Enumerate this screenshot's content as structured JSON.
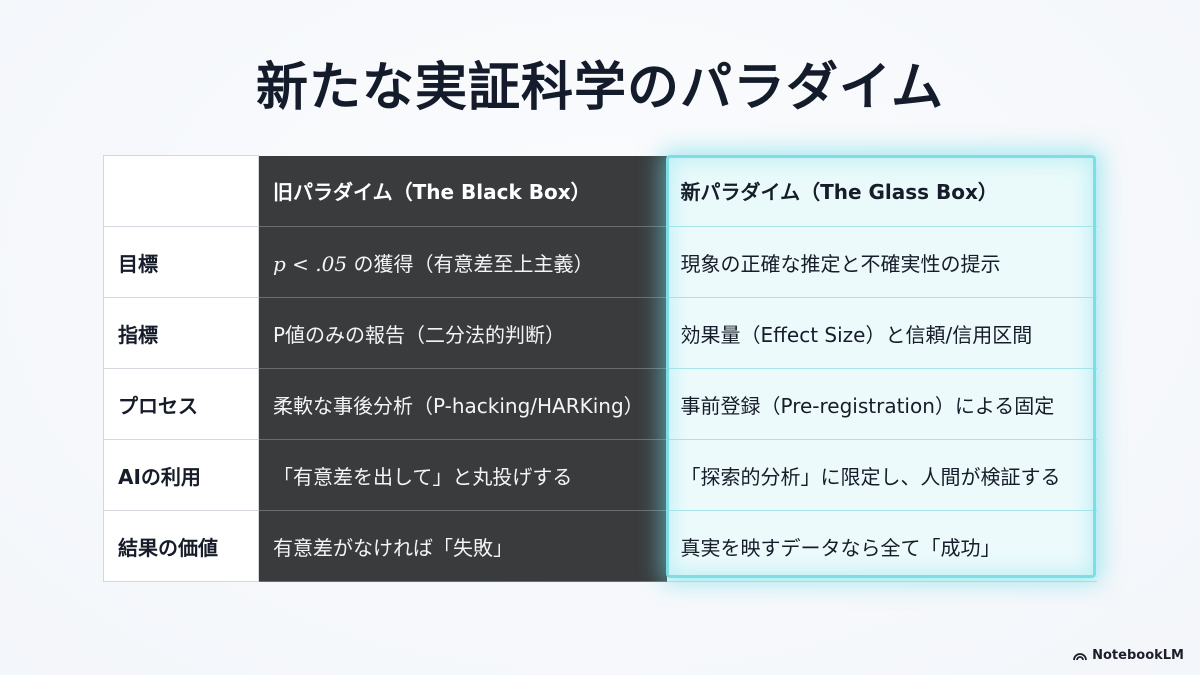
{
  "slide": {
    "title": "新たな実証科学のパラダイム"
  },
  "table": {
    "headers": {
      "corner": "",
      "old": "旧パラダイム（The Black Box）",
      "new": "新パラダイム（The Glass Box）"
    },
    "rows": [
      {
        "label": "目標",
        "old_math": "p < .05",
        "old": " の獲得（有意差至上主義）",
        "new": "現象の正確な推定と不確実性の提示"
      },
      {
        "label": "指標",
        "old": "P値のみの報告（二分法的判断）",
        "new": "効果量（Effect Size）と信頼/信用区間"
      },
      {
        "label": "プロセス",
        "old": "柔軟な事後分析（P-hacking/HARKing）",
        "new": "事前登録（Pre-registration）による固定"
      },
      {
        "label": "AIの利用",
        "old": "「有意差を出して」と丸投げする",
        "new": "「探索的分析」に限定し、人間が検証する"
      },
      {
        "label": "結果の価値",
        "old": "有意差がなければ「失敗」",
        "new": "真実を映すデータなら全て「成功」"
      }
    ]
  },
  "brand": {
    "icon": "notebooklm-logo-icon",
    "label": "NotebookLM"
  },
  "colors": {
    "old_column_bg": "#3a3b3d",
    "new_column_glow": "#7fdde6",
    "title_text": "#141b2b"
  }
}
